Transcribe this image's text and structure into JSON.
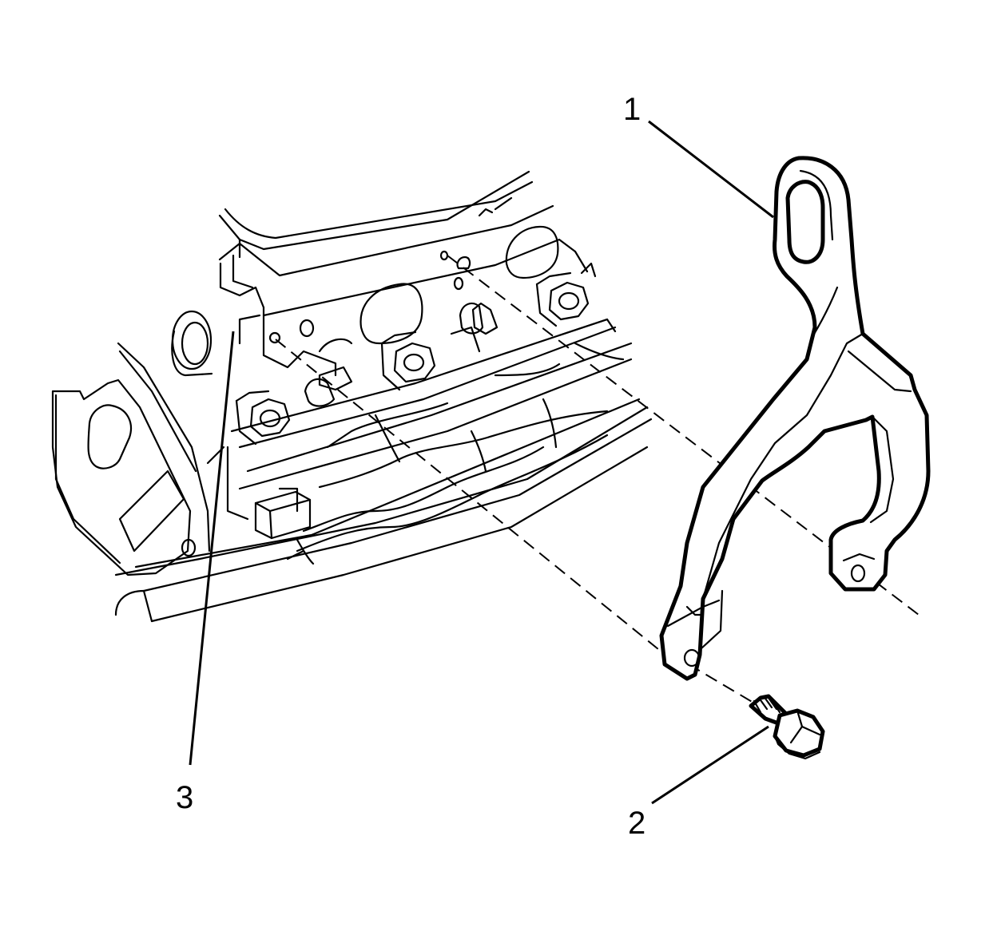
{
  "callouts": {
    "bracket": "1",
    "bolt": "2",
    "cylinder_head": "3"
  },
  "colors": {
    "line": "#000000",
    "background": "#ffffff"
  }
}
